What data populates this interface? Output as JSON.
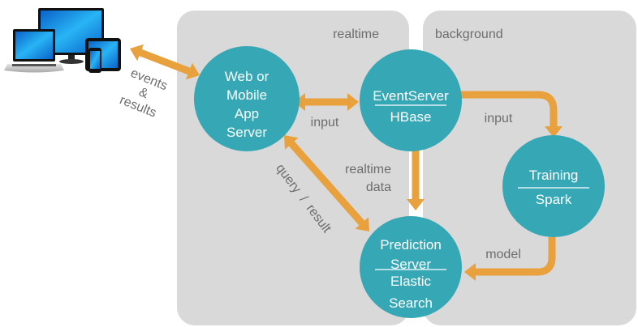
{
  "diagram": {
    "colors": {
      "panel": "#d9d9d9",
      "node": "#36a7b4",
      "arrow": "#e8a13c",
      "label": "#6d6d6d",
      "node_text": "#ffffff"
    },
    "panels": [
      {
        "id": "realtime",
        "label": "realtime"
      },
      {
        "id": "background",
        "label": "background"
      }
    ],
    "devices": {
      "icon": "devices-icon",
      "items": [
        "laptop",
        "monitor",
        "tablet",
        "phone"
      ]
    },
    "nodes": [
      {
        "id": "app-server",
        "lines": [
          "Web or",
          "Mobile",
          "App",
          "Server"
        ],
        "sublines": []
      },
      {
        "id": "event-server",
        "lines": [
          "EventServer"
        ],
        "sublines": [
          "HBase"
        ]
      },
      {
        "id": "training",
        "lines": [
          "Training"
        ],
        "sublines": [
          "Spark"
        ]
      },
      {
        "id": "prediction-server",
        "lines": [
          "Prediction",
          "Server"
        ],
        "sublines": [
          "Elastic",
          "Search"
        ]
      }
    ],
    "edges": [
      {
        "id": "devices-app",
        "from": "devices",
        "to": "app-server",
        "bidirectional": true,
        "label": [
          "events",
          "&",
          "results"
        ]
      },
      {
        "id": "app-event",
        "from": "app-server",
        "to": "event-server",
        "bidirectional": true,
        "label": [
          "input"
        ]
      },
      {
        "id": "event-training",
        "from": "event-server",
        "to": "training",
        "bidirectional": false,
        "label": [
          "input"
        ]
      },
      {
        "id": "event-prediction",
        "from": "event-server",
        "to": "prediction-server",
        "bidirectional": false,
        "label": [
          "realtime",
          "data"
        ]
      },
      {
        "id": "app-prediction",
        "from": "app-server",
        "to": "prediction-server",
        "bidirectional": true,
        "label": [
          "query  /  result"
        ]
      },
      {
        "id": "training-prediction",
        "from": "training",
        "to": "prediction-server",
        "bidirectional": false,
        "label": [
          "model"
        ]
      }
    ]
  }
}
